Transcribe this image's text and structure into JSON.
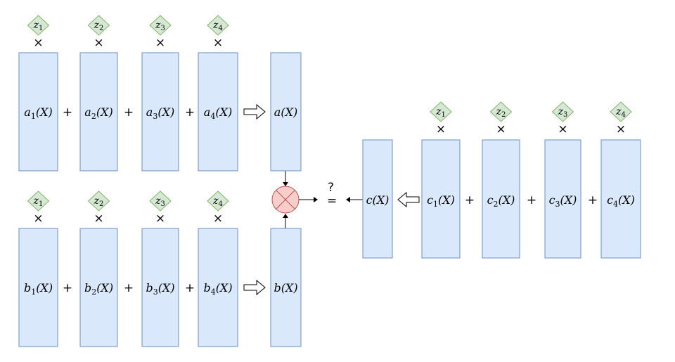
{
  "rows": [
    {
      "id": "a",
      "terms": [
        {
          "z": "z",
          "z_sub": "1",
          "name": "a",
          "sub": "1",
          "arg": "(X)"
        },
        {
          "z": "z",
          "z_sub": "2",
          "name": "a",
          "sub": "2",
          "arg": "(X)"
        },
        {
          "z": "z",
          "z_sub": "3",
          "name": "a",
          "sub": "3",
          "arg": "(X)"
        },
        {
          "z": "z",
          "z_sub": "4",
          "name": "a",
          "sub": "4",
          "arg": "(X)"
        }
      ],
      "result": {
        "name": "a",
        "arg": "(X)"
      }
    },
    {
      "id": "b",
      "terms": [
        {
          "z": "z",
          "z_sub": "1",
          "name": "b",
          "sub": "1",
          "arg": "(X)"
        },
        {
          "z": "z",
          "z_sub": "2",
          "name": "b",
          "sub": "2",
          "arg": "(X)"
        },
        {
          "z": "z",
          "z_sub": "3",
          "name": "b",
          "sub": "3",
          "arg": "(X)"
        },
        {
          "z": "z",
          "z_sub": "4",
          "name": "b",
          "sub": "4",
          "arg": "(X)"
        }
      ],
      "result": {
        "name": "b",
        "arg": "(X)"
      }
    }
  ],
  "c_row": {
    "result": {
      "name": "c",
      "arg": "(X)"
    },
    "terms": [
      {
        "z": "z",
        "z_sub": "1",
        "name": "c",
        "sub": "1",
        "arg": "(X)"
      },
      {
        "z": "z",
        "z_sub": "2",
        "name": "c",
        "sub": "2",
        "arg": "(X)"
      },
      {
        "z": "z",
        "z_sub": "3",
        "name": "c",
        "sub": "3",
        "arg": "(X)"
      },
      {
        "z": "z",
        "z_sub": "4",
        "name": "c",
        "sub": "4",
        "arg": "(X)"
      }
    ]
  },
  "symbols": {
    "times": "×",
    "plus": "+",
    "equals": "=",
    "question": "?"
  },
  "colors": {
    "column_fill": "#dae8fc",
    "column_stroke": "#6c8ebf",
    "diamond_fill": "#d5e8d4",
    "diamond_stroke": "#82b366",
    "multiply_fill": "#f8cecc",
    "multiply_stroke": "#b85450"
  }
}
